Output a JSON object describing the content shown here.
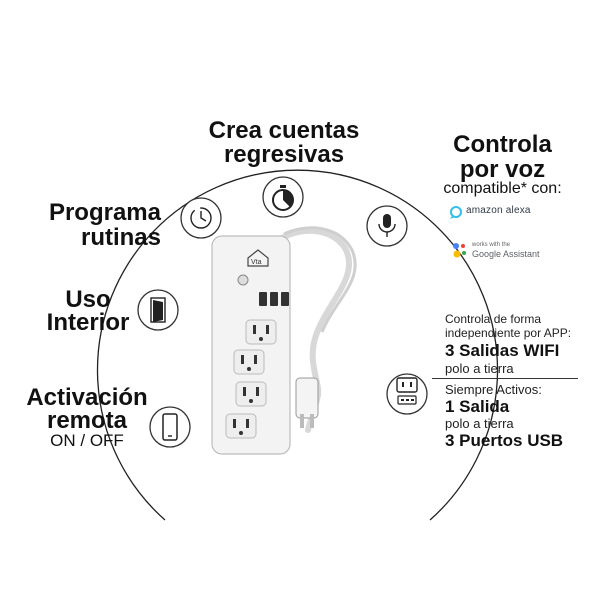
{
  "features": {
    "countdown": {
      "line1": "Crea cuentas",
      "line2": "regresivas"
    },
    "voice": {
      "line1": "Controla",
      "line2": "por voz",
      "line3": "compatible* con:"
    },
    "routine": {
      "line1": "Programa",
      "line2": "rutinas"
    },
    "indoor": {
      "line1": "Uso",
      "line2": "Interior"
    },
    "remote": {
      "line1": "Activación",
      "line2": "remota",
      "line3": "ON / OFF"
    }
  },
  "assistants": {
    "alexa": "amazon alexa",
    "google_small": "works with the",
    "google_big": "Google Assistant"
  },
  "app_control": {
    "heading": "Controla de forma independiente por APP:",
    "heading_line1": "Controla de forma",
    "heading_line2": "independiente por APP:",
    "outlets": "3 Salidas WIFI",
    "outlets_note": "polo a tierra"
  },
  "always_on": {
    "heading": "Siempre Activos:",
    "outlet": "1 Salida",
    "outlet_note": "polo a tierra",
    "usb": "3 Puertos USB"
  },
  "product": {
    "logo": "Vta"
  },
  "colors": {
    "accent": "#111111",
    "device": "#f2f2f2",
    "cable": "#e6e6e6"
  }
}
